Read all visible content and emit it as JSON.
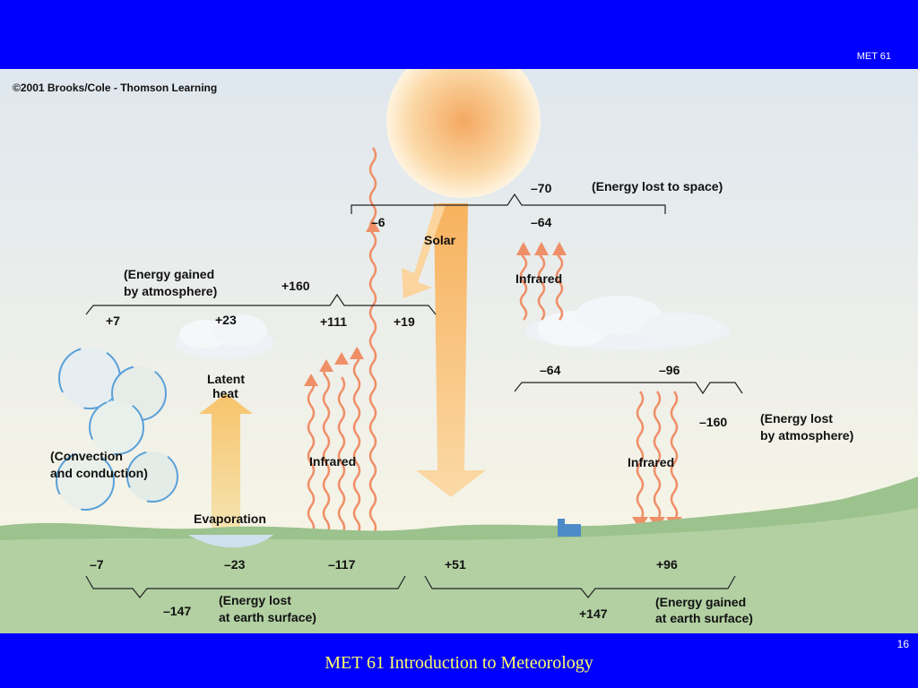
{
  "header": {
    "course_tag": "MET 61"
  },
  "footer": {
    "title": "MET 61 Introduction to Meteorology",
    "page_number": "16"
  },
  "figure": {
    "copyright": "©2001 Brooks/Cole - Thomson Learning",
    "labels": {
      "space_total": "–70",
      "energy_lost_space": "(Energy lost to space)",
      "reflected_ir_space": "–6",
      "atm_ir_space": "–64",
      "solar": "Solar",
      "infrared_top": "Infrared",
      "atm_gained_1": "(Energy gained",
      "atm_gained_2": "by atmosphere)",
      "atm_gained_total": "+160",
      "conv": "+7",
      "latent": "+23",
      "ir_absorbed": "+111",
      "solar_absorbed": "+19",
      "latent_heat_1": "Latent",
      "latent_heat_2": "heat",
      "convection_1": "(Convection",
      "convection_2": "and conduction)",
      "infrared_mid": "Infrared",
      "evaporation": "Evaporation",
      "atm_to_space": "–64",
      "atm_to_surface": "–96",
      "atm_lost_total": "–160",
      "atm_lost_1": "(Energy lost",
      "atm_lost_2": "by atmosphere)",
      "infrared_right": "Infrared",
      "surf_conv": "–7",
      "surf_latent": "–23",
      "surf_ir": "–117",
      "surf_solar": "+51",
      "surf_ir_gain": "+96",
      "surf_lost_total": "–147",
      "surf_lost_1": "(Energy lost",
      "surf_lost_2": "at earth surface)",
      "surf_gained_total": "+147",
      "surf_gained_1": "(Energy gained",
      "surf_gained_2": "at earth surface)"
    }
  }
}
